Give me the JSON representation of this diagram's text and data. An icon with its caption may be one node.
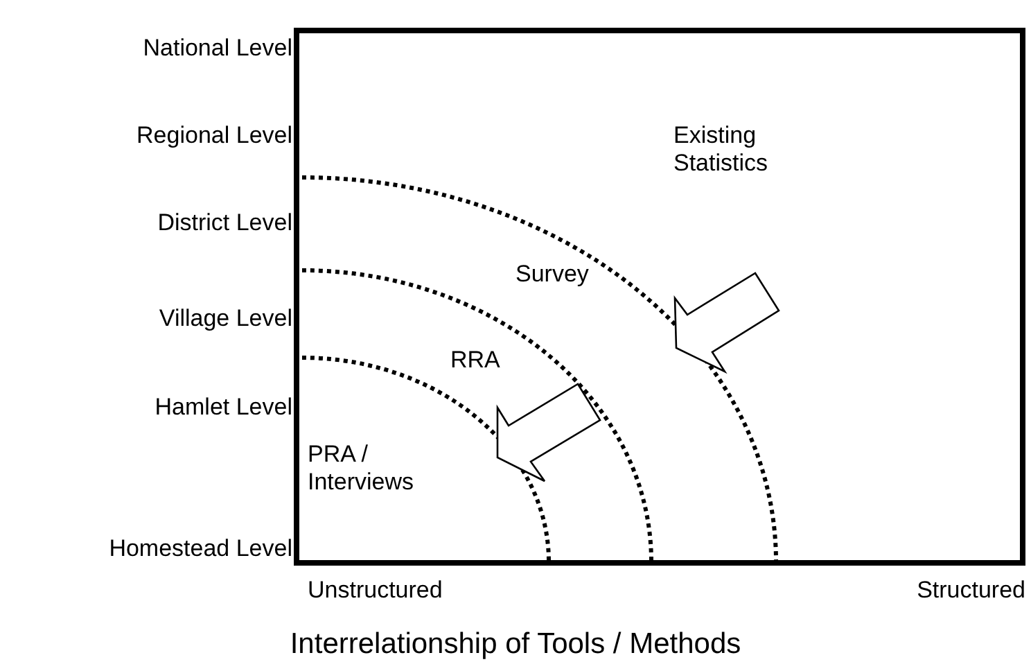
{
  "diagram": {
    "title": "Interrelationship of Tools / Methods",
    "labels": [
      "National Level",
      "Regional Level",
      "District Level",
      "Village Level",
      "Hamlet Level",
      "Homestead Level",
      "Existing Statistics",
      "Survey",
      "RRA",
      "PRA / Interviews",
      "Unstructured",
      "Structured"
    ]
  }
}
